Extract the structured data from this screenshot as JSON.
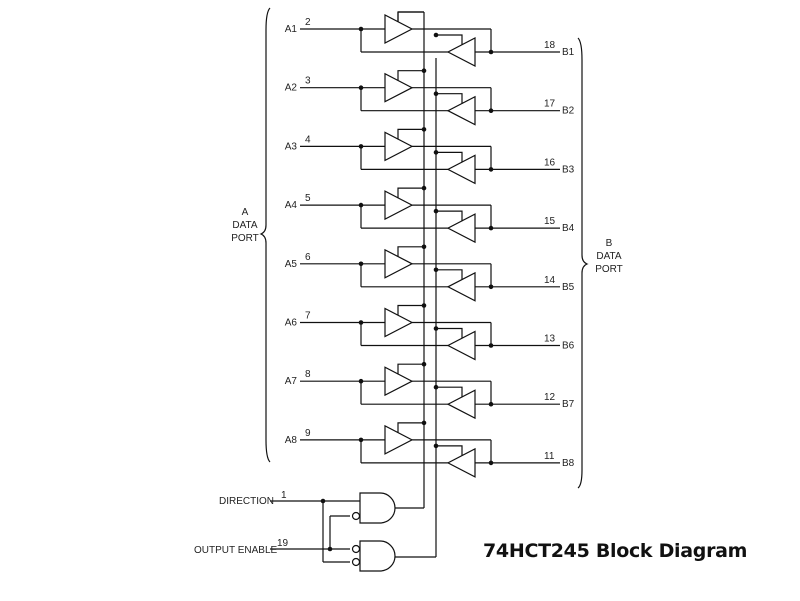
{
  "title": "74HCT245 Block Diagram",
  "a_port_label": [
    "A",
    "DATA",
    "PORT"
  ],
  "b_port_label": [
    "B",
    "DATA",
    "PORT"
  ],
  "channels": [
    {
      "a": "A1",
      "a_pin": "2",
      "b": "B1",
      "b_pin": "18"
    },
    {
      "a": "A2",
      "a_pin": "3",
      "b": "B2",
      "b_pin": "17"
    },
    {
      "a": "A3",
      "a_pin": "4",
      "b": "B3",
      "b_pin": "16"
    },
    {
      "a": "A4",
      "a_pin": "5",
      "b": "B4",
      "b_pin": "15"
    },
    {
      "a": "A5",
      "a_pin": "6",
      "b": "B5",
      "b_pin": "14"
    },
    {
      "a": "A6",
      "a_pin": "7",
      "b": "B6",
      "b_pin": "13"
    },
    {
      "a": "A7",
      "a_pin": "8",
      "b": "B7",
      "b_pin": "12"
    },
    {
      "a": "A8",
      "a_pin": "9",
      "b": "B8",
      "b_pin": "11"
    }
  ],
  "control": {
    "direction": {
      "label": "DIRECTION",
      "pin": "1"
    },
    "output_enable": {
      "label": "OUTPUT ENABLE",
      "pin": "19"
    }
  },
  "colors": {
    "line": "#111111",
    "background": "#ffffff"
  }
}
